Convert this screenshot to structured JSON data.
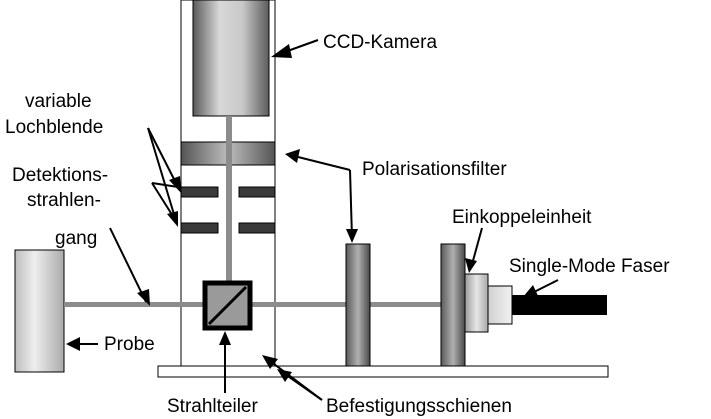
{
  "labels": {
    "ccd_camera": "CCD-Kamera",
    "pinhole_line1": "variable",
    "pinhole_line2": "Lochblende",
    "detection_line1": "Detektions-",
    "detection_line2": "strahlen-",
    "detection_line3": "gang",
    "polarization_filter": "Polarisationsfilter",
    "coupling_unit": "Einkoppeleinheit",
    "fiber": "Single-Mode Faser",
    "sample": "Probe",
    "beamsplitter": "Strahlteiler",
    "rails": "Befestigungsschienen"
  },
  "colors": {
    "outline": "#000000",
    "beam": "#8c8c8c",
    "dark_part": "#3a3a3a",
    "fiber": "#000000",
    "background": "#ffffff"
  },
  "icons": {
    "arrow": "arrow-head"
  }
}
